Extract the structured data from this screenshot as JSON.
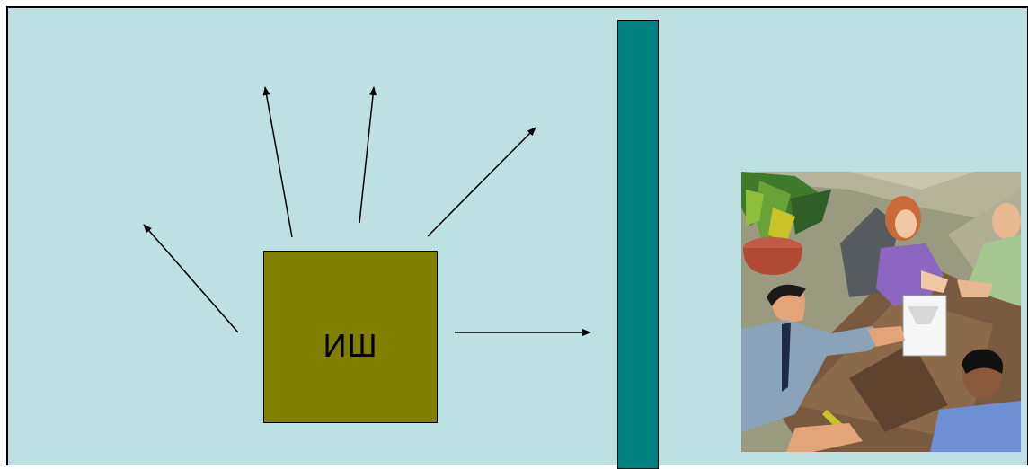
{
  "diagram": {
    "source_label": "ИШ",
    "colors": {
      "background": "#bde0e3",
      "source_box": "#808000",
      "barrier": "#008080",
      "arrow": "#000000"
    },
    "arrows": [
      {
        "from": "source",
        "to": "upper-left"
      },
      {
        "from": "source",
        "to": "up-left"
      },
      {
        "from": "source",
        "to": "up"
      },
      {
        "from": "source",
        "to": "upper-right"
      },
      {
        "from": "source",
        "to": "barrier"
      }
    ],
    "illustration": {
      "icon": "business-meeting-clipart"
    }
  }
}
